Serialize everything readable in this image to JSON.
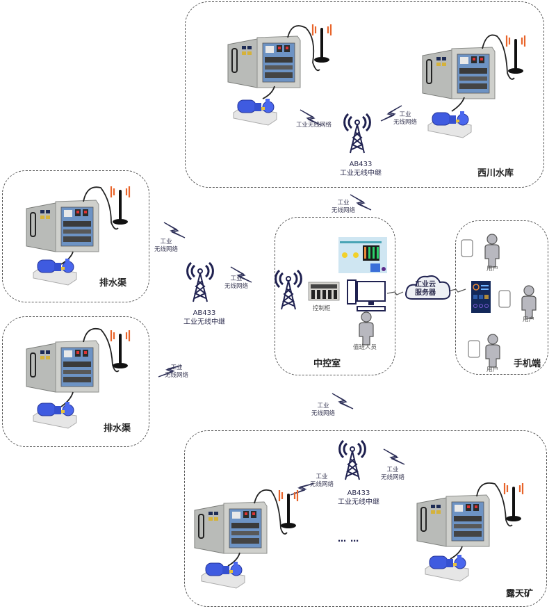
{
  "diagram": {
    "sites": [
      {
        "id": "xichuan",
        "label": "西川水库"
      },
      {
        "id": "paishuiqu1",
        "label": "排水渠"
      },
      {
        "id": "paishuiqu2",
        "label": "排水渠"
      },
      {
        "id": "zhongkongshi",
        "label": "中控室"
      },
      {
        "id": "shoujiduan",
        "label": "手机端"
      },
      {
        "id": "lutiankuang",
        "label": "露天矿"
      }
    ],
    "relay": {
      "model": "AB433",
      "name": "工业无线中继"
    },
    "network_label": {
      "full": "工业无线网络",
      "line1": "工业",
      "line2": "无线网络"
    },
    "control_room": {
      "cabinet_label": "控制柜",
      "operator_label": "值班人员"
    },
    "cloud": {
      "line1": "工业云",
      "line2": "服务器"
    },
    "mobile": {
      "user_label": "用户"
    },
    "ellipsis": "… …",
    "colors": {
      "tower": "#1f2150",
      "signal": "#e8642a",
      "zone_border": "#555555",
      "cabinet": "#c9c9c5",
      "pump": "#3f5be0",
      "person": "#b8b8bf"
    }
  }
}
